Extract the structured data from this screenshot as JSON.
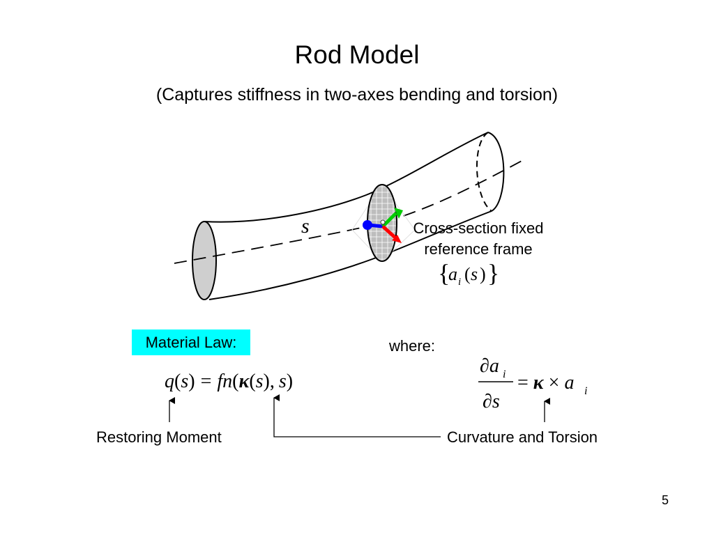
{
  "slide": {
    "title": "Rod Model",
    "subtitle": "(Captures stiffness in two-axes bending and torsion)",
    "page_number": "5"
  },
  "diagram": {
    "arc_length_symbol": "s",
    "cross_section_label_line1": "Cross-section fixed",
    "cross_section_label_line2": "reference frame",
    "frame_symbol": "{a_i(s)}",
    "axis_colors": {
      "x": "#0000ff",
      "y": "#00cc00",
      "z": "#ff0000"
    }
  },
  "material_law": {
    "label": "Material Law:",
    "equation": "q(s) = fn(κ(s), s)"
  },
  "where": {
    "label": "where:",
    "equation": "∂a_i/∂s = κ × a_i"
  },
  "annotations": {
    "restoring_moment": "Restoring Moment",
    "curvature_and_torsion": "Curvature and Torsion"
  }
}
